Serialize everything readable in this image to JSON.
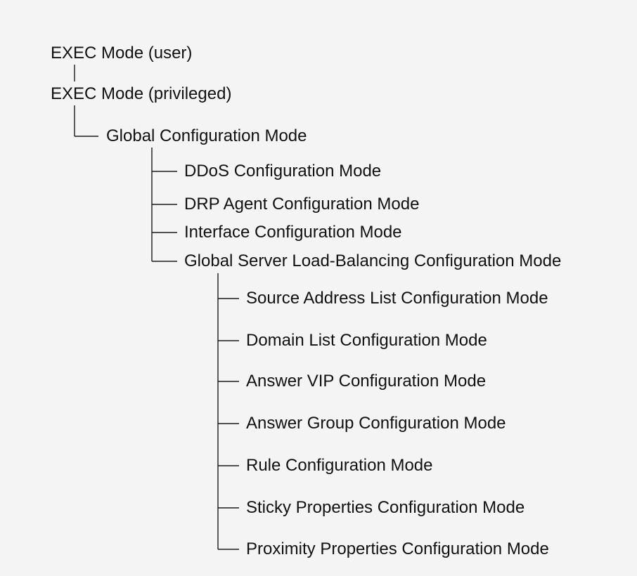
{
  "tree": {
    "root": {
      "label": "EXEC Mode (user)",
      "children": [
        {
          "label": "EXEC Mode (privileged)",
          "children": [
            {
              "label": "Global Configuration Mode",
              "children": [
                {
                  "label": "DDoS Configuration Mode"
                },
                {
                  "label": "DRP Agent Configuration Mode"
                },
                {
                  "label": "Interface Configuration Mode"
                },
                {
                  "label": "Global Server Load-Balancing Configuration Mode",
                  "children": [
                    {
                      "label": "Source Address List Configuration Mode"
                    },
                    {
                      "label": "Domain List Configuration Mode"
                    },
                    {
                      "label": "Answer VIP Configuration Mode"
                    },
                    {
                      "label": "Answer Group Configuration Mode"
                    },
                    {
                      "label": "Rule Configuration Mode"
                    },
                    {
                      "label": "Sticky Properties Configuration Mode"
                    },
                    {
                      "label": "Proximity Properties Configuration Mode"
                    }
                  ]
                }
              ]
            }
          ]
        }
      ]
    }
  }
}
